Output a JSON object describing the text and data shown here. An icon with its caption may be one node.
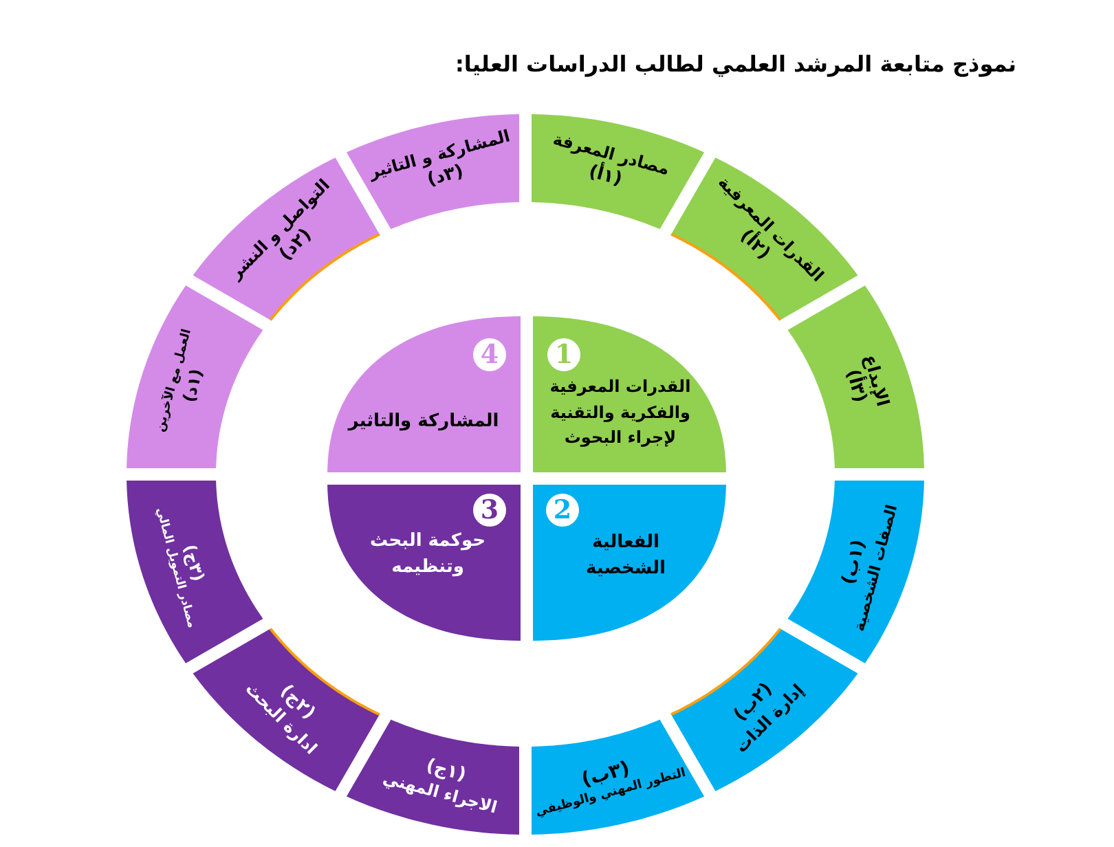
{
  "diagram": {
    "title": "نموذج متابعة المرشد العلمي لطالب الدراسات العليا:",
    "nodes": [
      {
        "text": [
          "القدرات المعرفية والفكرية والتقنية لإجراء البحوث"
        ]
      },
      {
        "text": [
          "1"
        ],
        "in": 0
      },
      {
        "text": [
          "الفعالية الشخصية"
        ]
      },
      {
        "text": [
          "2"
        ],
        "in": 2
      },
      {
        "text": [
          "حوكمة البحث وتنظيمه"
        ]
      },
      {
        "text": [
          "3"
        ],
        "in": 4
      },
      {
        "text": [
          "المشاركة والتاثير"
        ]
      },
      {
        "text": [
          "4"
        ],
        "in": 6
      },
      {
        "text": [
          "مصادر المعرفة",
          "(١أ)"
        ]
      },
      {
        "text": [
          "القدرات المعرفية",
          "(٢أ)"
        ]
      },
      {
        "text": [
          "الإبداع",
          "(٣أ)"
        ]
      },
      {
        "text": [
          "(١ب)",
          "الصفات الشخصية"
        ]
      },
      {
        "text": [
          "(٢ب)",
          "إدارة الذات"
        ]
      },
      {
        "text": [
          "(٣ب)",
          "التطور المهني والوظيفي"
        ]
      },
      {
        "text": [
          "(١ج)",
          "الاجراء المهني"
        ]
      },
      {
        "text": [
          "(٢ج)",
          "ادارة البحث"
        ]
      },
      {
        "text": [
          "(٣ج)",
          "مصادر التمويل المالي"
        ]
      },
      {
        "text": [
          "العمل مع الآخرين",
          "(١د)"
        ]
      },
      {
        "text": [
          "التواصل و النشر",
          "(٢د)"
        ]
      },
      {
        "text": [
          "المشاركة و التاثير",
          "(٣د)"
        ]
      }
    ]
  }
}
